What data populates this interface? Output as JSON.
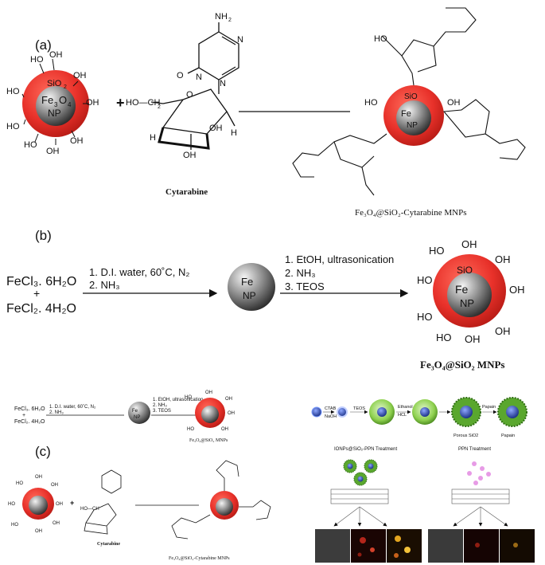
{
  "panel_a": {
    "label": "(a)",
    "np_shell": "SiO",
    "np_shell_sub": "2",
    "np_core": "Fe",
    "np_core_sub": "3",
    "np_core_o": "O",
    "np_core_sub2": "4",
    "np_np": "NP",
    "oh": "OH",
    "ho": "HO",
    "plus": "+",
    "nh2": "NH",
    "nh2_sub": "2",
    "n": "N",
    "o": "O",
    "h": "H",
    "ho_ch2": "HO—CH",
    "ch2_sub": "2",
    "cytarabine": "Cytarabine",
    "product_label": "Fe₃O₄@SiO₂-Cytarabine MNPs"
  },
  "panel_b": {
    "label": "(b)",
    "reactant1": "FeCl₃. 6H₂O",
    "plus": "+",
    "reactant2": "FeCl₂. 4H₂O",
    "step1_line1": "1. D.I. water,  60˚C, N₂",
    "step1_line2": "2. NH₃",
    "step2_line1": "1. EtOH, ultrasonication",
    "step2_line2": "2. NH₃",
    "step2_line3": "3. TEOS",
    "product_label": "Fe₃O₄@SiO₂ MNPs"
  },
  "panel_c": {
    "label": "(c)",
    "mini_reactant1": "FeCl₃. 6H₂O",
    "mini_plus": "+",
    "mini_reactant2": "FeCl₂. 4H₂O",
    "mini_step1_line1": "1. D.I. water,  60˚C, N₂",
    "mini_step1_line2": "2. NH₃",
    "mini_step2_line1": "1. EtOH, ultrasonication",
    "mini_step2_line2": "2. NH₃",
    "mini_step2_line3": "3. TEOS",
    "mini_product": "Fe₃O₄@SiO₂ MNPs",
    "mini_cytarabine": "Cytarabine",
    "mini_product2": "Fe₃O₄@SiO₂-Cytarabine MNPs",
    "mini_plus2": "+",
    "scheme": {
      "ctab": "CTAB",
      "naoh": "NaOH",
      "teos": "TEOS",
      "ethanol": "Ethanol",
      "hcl": "HCL",
      "porous": "Porous SiO2",
      "papain1": "Papain",
      "papain2": "Papain",
      "treat_left": "IONPs@SiO₂-PPN Treatment",
      "treat_right": "PPN Treatment"
    }
  },
  "colors": {
    "shell_red": "#e8312a",
    "core_grey": "#3a3a3a",
    "cell_green": "#8fd14f",
    "core_blue": "#1f3fa8",
    "pink": "#e79be6"
  }
}
